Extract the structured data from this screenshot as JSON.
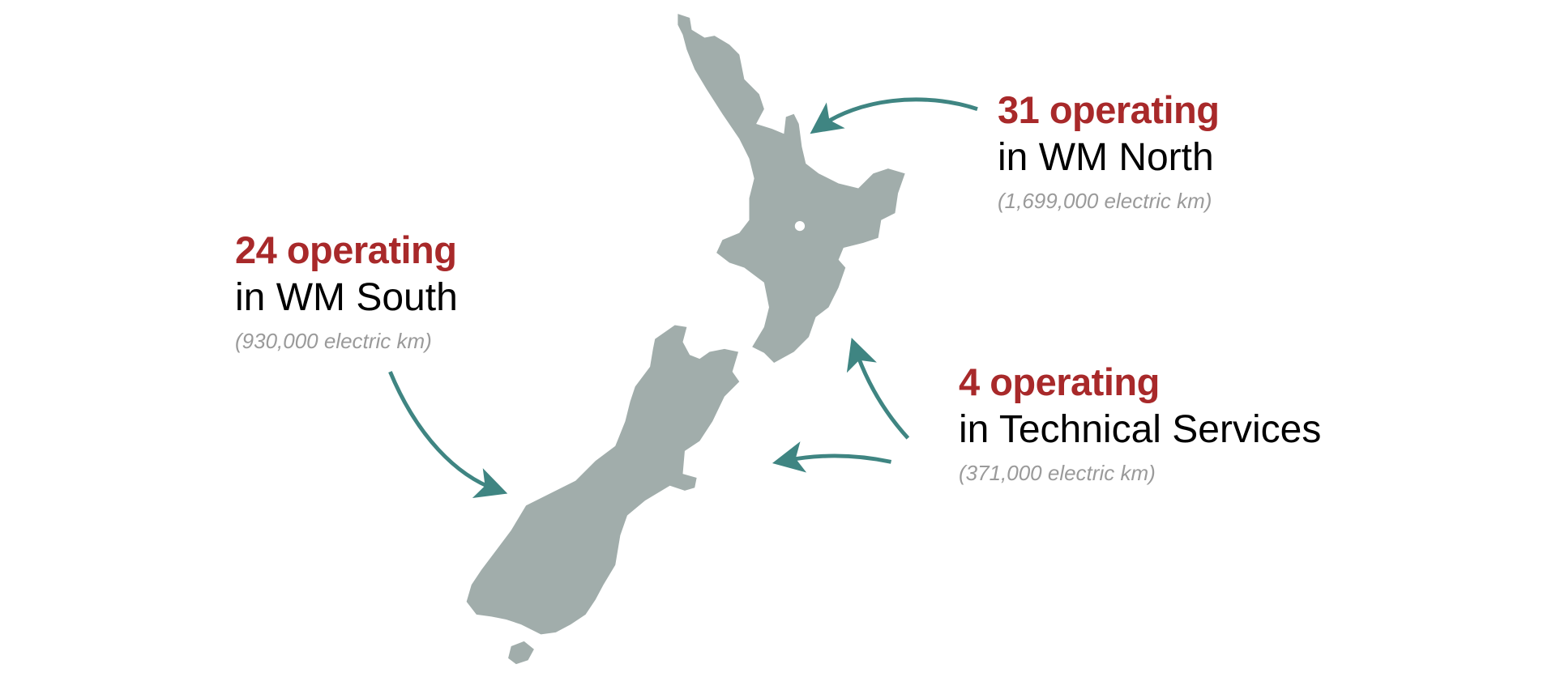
{
  "colors": {
    "accent_red": "#a8292a",
    "arrow_teal": "#3f8582",
    "map_gray": "#a1adab",
    "subtext_gray": "#9a9a9a"
  },
  "regions": [
    {
      "count": "31 operating",
      "region": "in WM North",
      "km": "(1,699,000 electric km)"
    },
    {
      "count": "24 operating",
      "region": "in WM South",
      "km": "(930,000 electric km)"
    },
    {
      "count": "4 operating",
      "region": "in Technical Services",
      "km": "(371,000 electric km)"
    }
  ]
}
